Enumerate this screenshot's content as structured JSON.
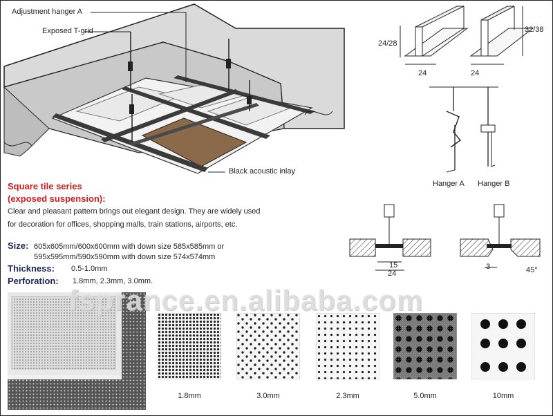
{
  "labels": {
    "adjustment_hanger": "Adjustment hanger A",
    "exposed_tgrid": "Exposed T-grid",
    "black_inlay": "Black acoustic inlay",
    "hanger_a": "Hanger A",
    "hanger_b": "Hanger B"
  },
  "profile_dims": {
    "left_height": "24/28",
    "right_height": "32/38",
    "width_1": "24",
    "width_2": "24"
  },
  "section_dims": {
    "inner": "15",
    "outer": "24",
    "gap": "3",
    "angle": "45°"
  },
  "heading": {
    "line1": "Square tile series",
    "line2": "(exposed suspension):"
  },
  "description": {
    "line1": "Clear and pleasant pattern brings out elegant design. They are widely used",
    "line2": "for decoration for offices, shopping malls, train stations, airports, etc."
  },
  "specs": {
    "size_key": "Size:",
    "size_line1": "605x605mm/600x600mm with down size 585x585mm or",
    "size_line2": "595x595mm/590x590mm with down size 574x574mm",
    "thickness_key": "Thickness:",
    "thickness_val": "0.5-1.0mm",
    "perforation_key": "Perforation:",
    "perforation_val": "1.8mm,  2.3mm,  3.0mm."
  },
  "perforation_samples": [
    {
      "caption": "1.8mm"
    },
    {
      "caption": "3.0mm"
    },
    {
      "caption": "2.3mm"
    },
    {
      "caption": "5.0mm"
    },
    {
      "caption": "10mm"
    }
  ],
  "watermark": "fsprance.en.alibaba.com",
  "colors": {
    "heading_red": "#d41c1c",
    "spec_navy": "#1c2a55",
    "inlay_brown": "#8a6a4b",
    "tgrid_dark": "#3a3a3a"
  }
}
